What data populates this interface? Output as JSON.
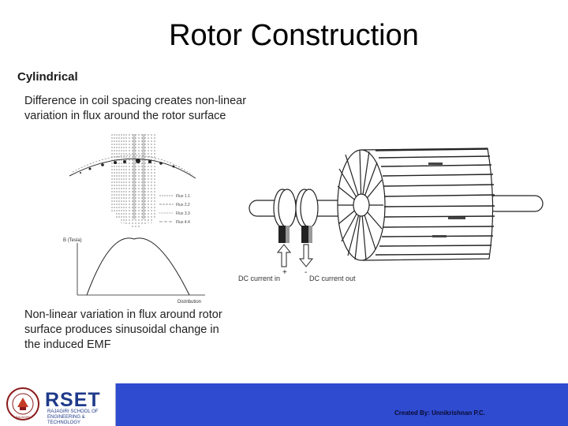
{
  "slide": {
    "title": "Rotor Construction",
    "subheading": "Cylindrical",
    "paragraph_1": "Difference in coil spacing creates non-linear variation in flux around the rotor surface",
    "paragraph_2": "Non-linear variation in flux around rotor surface produces sinusoidal change in the induced EMF"
  },
  "flux_figure": {
    "legend": [
      "Flux 1.1",
      "Flux 2.2",
      "Flux 3.3",
      "Flux 4.4"
    ],
    "y_label": "B (Tesla)",
    "x_label": "Distribution"
  },
  "rotor_figure": {
    "label_in": "DC current in",
    "label_out": "DC current out",
    "plus": "+",
    "minus": "-"
  },
  "footer": {
    "logo_text": "RSET",
    "logo_subtext": "RAJAGIRI SCHOOL OF ENGINEERING & TECHNOLOGY",
    "seal_text": "RAJAGIRI",
    "credit": "Created By: Unnikrishnan P.C."
  },
  "colors": {
    "footer_bar": "#2f4bd0",
    "logo_blue": "#1f3a8a"
  }
}
